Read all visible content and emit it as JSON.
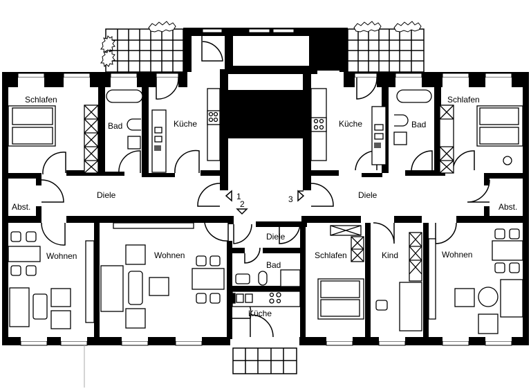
{
  "plan": {
    "colors": {
      "wall": "#000000",
      "line": "#000000",
      "background": "#ffffff"
    },
    "rooms": {
      "left_schlafen": "Schlafen",
      "left_bad": "Bad",
      "left_kueche": "Küche",
      "left_diele": "Diele",
      "left_abst": "Abst.",
      "left_wohnen_small": "Wohnen",
      "left_wohnen_large": "Wohnen",
      "center_diele": "Diele",
      "center_bad": "Bad",
      "center_kueche": "Küche",
      "right_kueche": "Küche",
      "right_bad": "Bad",
      "right_schlafen": "Schlafen",
      "right_diele": "Diele",
      "right_abst": "Abst.",
      "right_schlafen_lower": "Schlafen",
      "right_kind": "Kind",
      "right_wohnen": "Wohnen"
    },
    "entrances": {
      "unit_1": "1",
      "unit_2": "2",
      "unit_3": "3"
    }
  }
}
